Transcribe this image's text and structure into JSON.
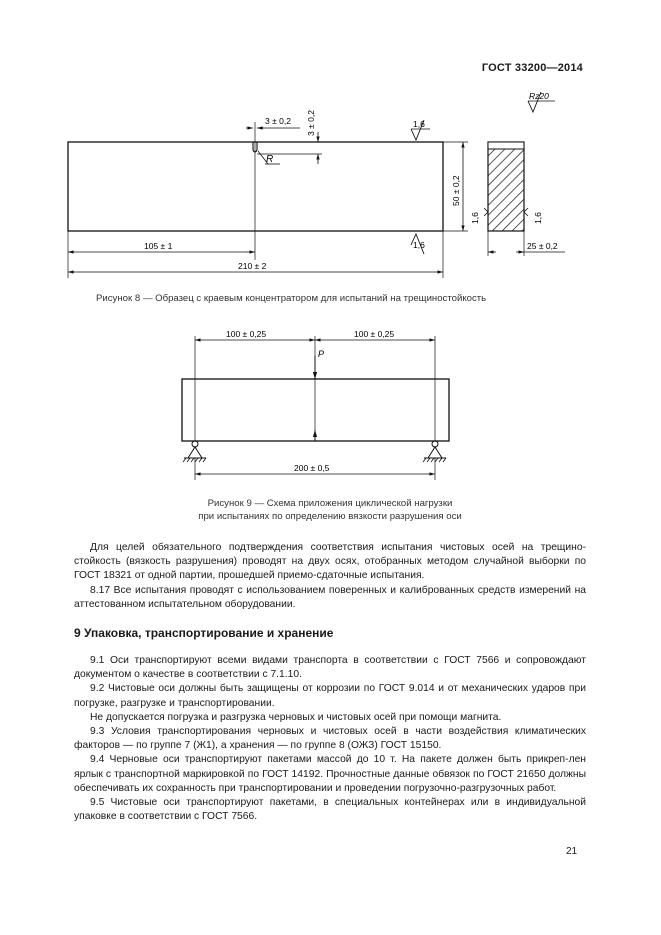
{
  "header": {
    "doc_code": "ГОСТ 33200—2014"
  },
  "figure8": {
    "dim_notch_width": "3 ± 0,2",
    "dim_notch_depth": "3 ± 0,2",
    "dim_half_length": "105 ± 1",
    "dim_total_length": "210 ± 2",
    "dim_height": "50 ± 0,2",
    "dim_width": "25 ± 0,2",
    "roughness_main": "Rz20",
    "roughness_a": "1,6",
    "roughness_b": "1,6",
    "roughness_c": "1,6",
    "roughness_d": "1,6",
    "radius_label": "R",
    "caption": "Рисунок 8 — Образец с краевым концентратором для испытаний на трещиностойкость"
  },
  "figure9": {
    "dim_left": "100 ± 0,25",
    "dim_right": "100 ± 0,25",
    "dim_span": "200 ± 0,5",
    "load_label": "P",
    "caption_line1": "Рисунок 9 — Схема приложения циклической нагрузки",
    "caption_line2": "при испытаниях по определению вязкости разрушения оси"
  },
  "paragraphs_top": [
    "Для целей обязательного подтверждения соответствия испытания чистовых осей на трещино-стойкость (вязкость разрушения) проводят на двух осях, отобранных методом случайной выборки по ГОСТ 18321 от одной партии, прошедшей приемо-сдаточные испытания.",
    "8.17 Все испытания проводят с использованием поверенных и калиброванных средств измерений на аттестованном испытательном оборудовании."
  ],
  "section": {
    "title": "9 Упаковка, транспортирование и хранение",
    "paragraphs": [
      "9.1 Оси транспортируют всеми видами транспорта в соответствии с ГОСТ 7566 и сопровождают документом о качестве в соответствии с 7.1.10.",
      "9.2 Чистовые оси должны быть защищены от коррозии по ГОСТ 9.014 и от механических ударов при погрузке, разгрузке и транспортировании.",
      "Не допускается погрузка и разгрузка черновых и чистовых осей при помощи магнита.",
      "9.3 Условия транспортирования черновых и чистовых осей в части воздействия климатических факторов — по группе 7 (Ж1), а хранения — по группе 8 (ОЖЗ) ГОСТ 15150.",
      "9.4 Черновые оси транспортируют пакетами массой до 10 т. На пакете должен быть прикреп-лен ярлык с транспортной маркировкой по ГОСТ 14192. Прочностные данные обвязок по ГОСТ 21650 должны обеспечивать их сохранность при транспортировании и проведении погрузочно-разгрузочных работ.",
      "9.5 Чистовые оси транспортируют пакетами, в специальных контейнерах или в индивидуальной упаковке в соответствии с ГОСТ 7566."
    ]
  },
  "page_number": "21"
}
